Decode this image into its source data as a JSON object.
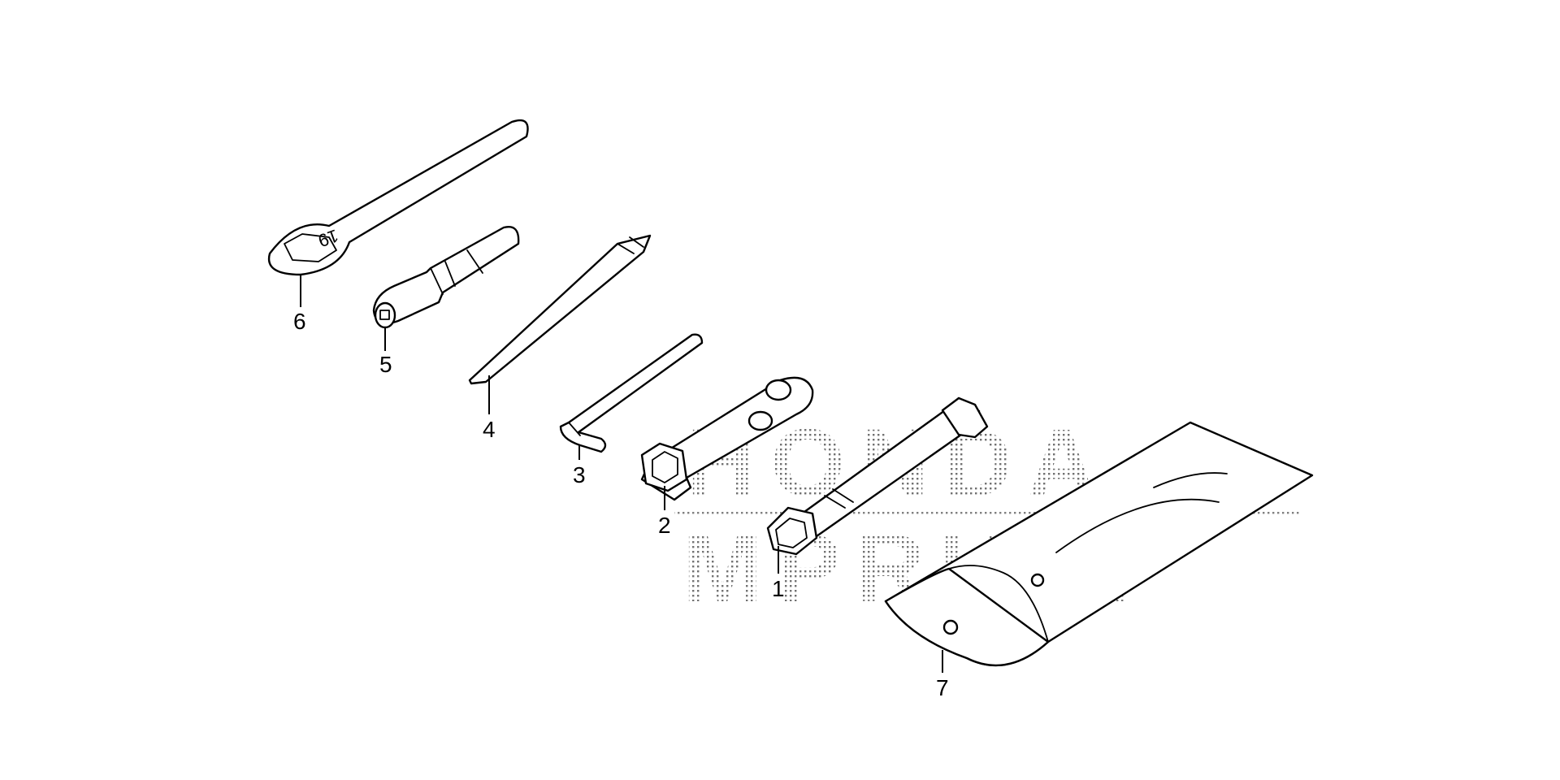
{
  "watermark": {
    "line1": "HONDA",
    "line2": "MPRIDE"
  },
  "wrench_stamp": "19",
  "callouts": {
    "socket_wrench": "1",
    "plug_wrench": "2",
    "hex_key": "3",
    "screwdriver_bit": "4",
    "screwdriver_handle": "5",
    "open_wrench": "6",
    "tool_bag": "7"
  }
}
